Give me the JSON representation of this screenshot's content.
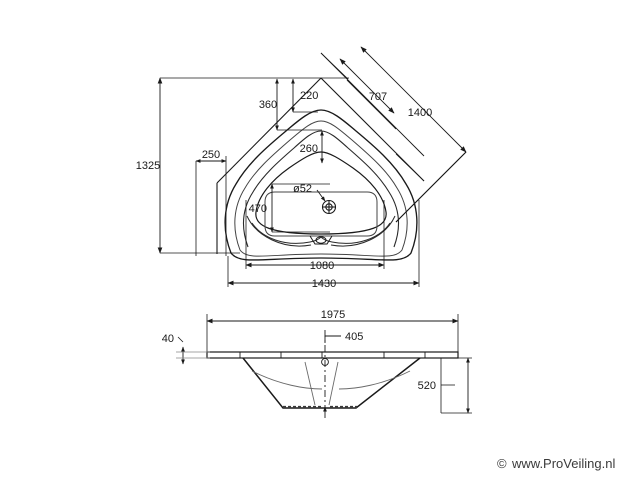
{
  "document": {
    "kind": "technical-drawing",
    "subject": "corner bathtub dimension drawing",
    "views": [
      "top-view",
      "section-view"
    ]
  },
  "colors": {
    "background": "#ffffff",
    "line": "#1a1a1a",
    "thin_line": "#555555",
    "watermark": "#3b3b3b"
  },
  "top_view": {
    "name": "top-view",
    "dimensions": {
      "overall_height": "1325",
      "back_offset": "360",
      "rim_offset": "220",
      "inner_offset": "260",
      "corner_cut": "250",
      "inner_depth": "470",
      "drain_label": "ø52",
      "inner_width": "1080",
      "overall_width": "1430",
      "diagonal_inner": "707",
      "diagonal_outer": "1400"
    }
  },
  "section_view": {
    "name": "section-view",
    "dimensions": {
      "overall_length": "1975",
      "rim_thickness": "40",
      "drain_position": "405",
      "depth": "520"
    }
  },
  "watermark": {
    "symbol": "©",
    "text": "www.ProVeiling.nl"
  }
}
